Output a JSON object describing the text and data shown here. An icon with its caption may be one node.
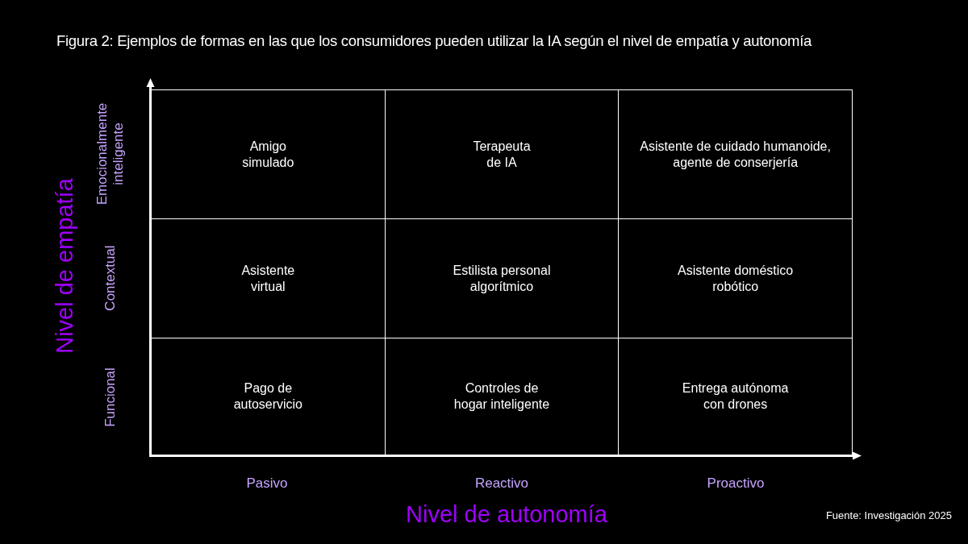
{
  "diagram": {
    "title": "Figura 2: Ejemplos de formas en las que los consumidores pueden utilizar la IA según el nivel de empatía y autonomía",
    "nodes": [
      {
        "text": [
          "Amigo simulado"
        ]
      },
      {
        "text": [
          "Terapeuta de IA"
        ]
      },
      {
        "text": [
          "Asistente de cuidado humanoide, agente de conserjería"
        ]
      },
      {
        "text": [
          "Asistente virtual"
        ]
      },
      {
        "text": [
          "Estilista personal algorítmico"
        ]
      },
      {
        "text": [
          "Asistente doméstico robótico"
        ]
      },
      {
        "text": [
          "Pago de autoservicio"
        ]
      },
      {
        "text": [
          "Controles de hogar inteligente"
        ]
      },
      {
        "text": [
          "Entrega autónoma con drones"
        ]
      }
    ],
    "labels": [
      "Nivel de empatía",
      "Emocionalmente inteligente",
      "Contextual",
      "Funcional",
      "Pasivo",
      "Reactivo",
      "Proactivo",
      "Nivel de autonomía",
      "Fuente: Investigación 2025"
    ]
  }
}
